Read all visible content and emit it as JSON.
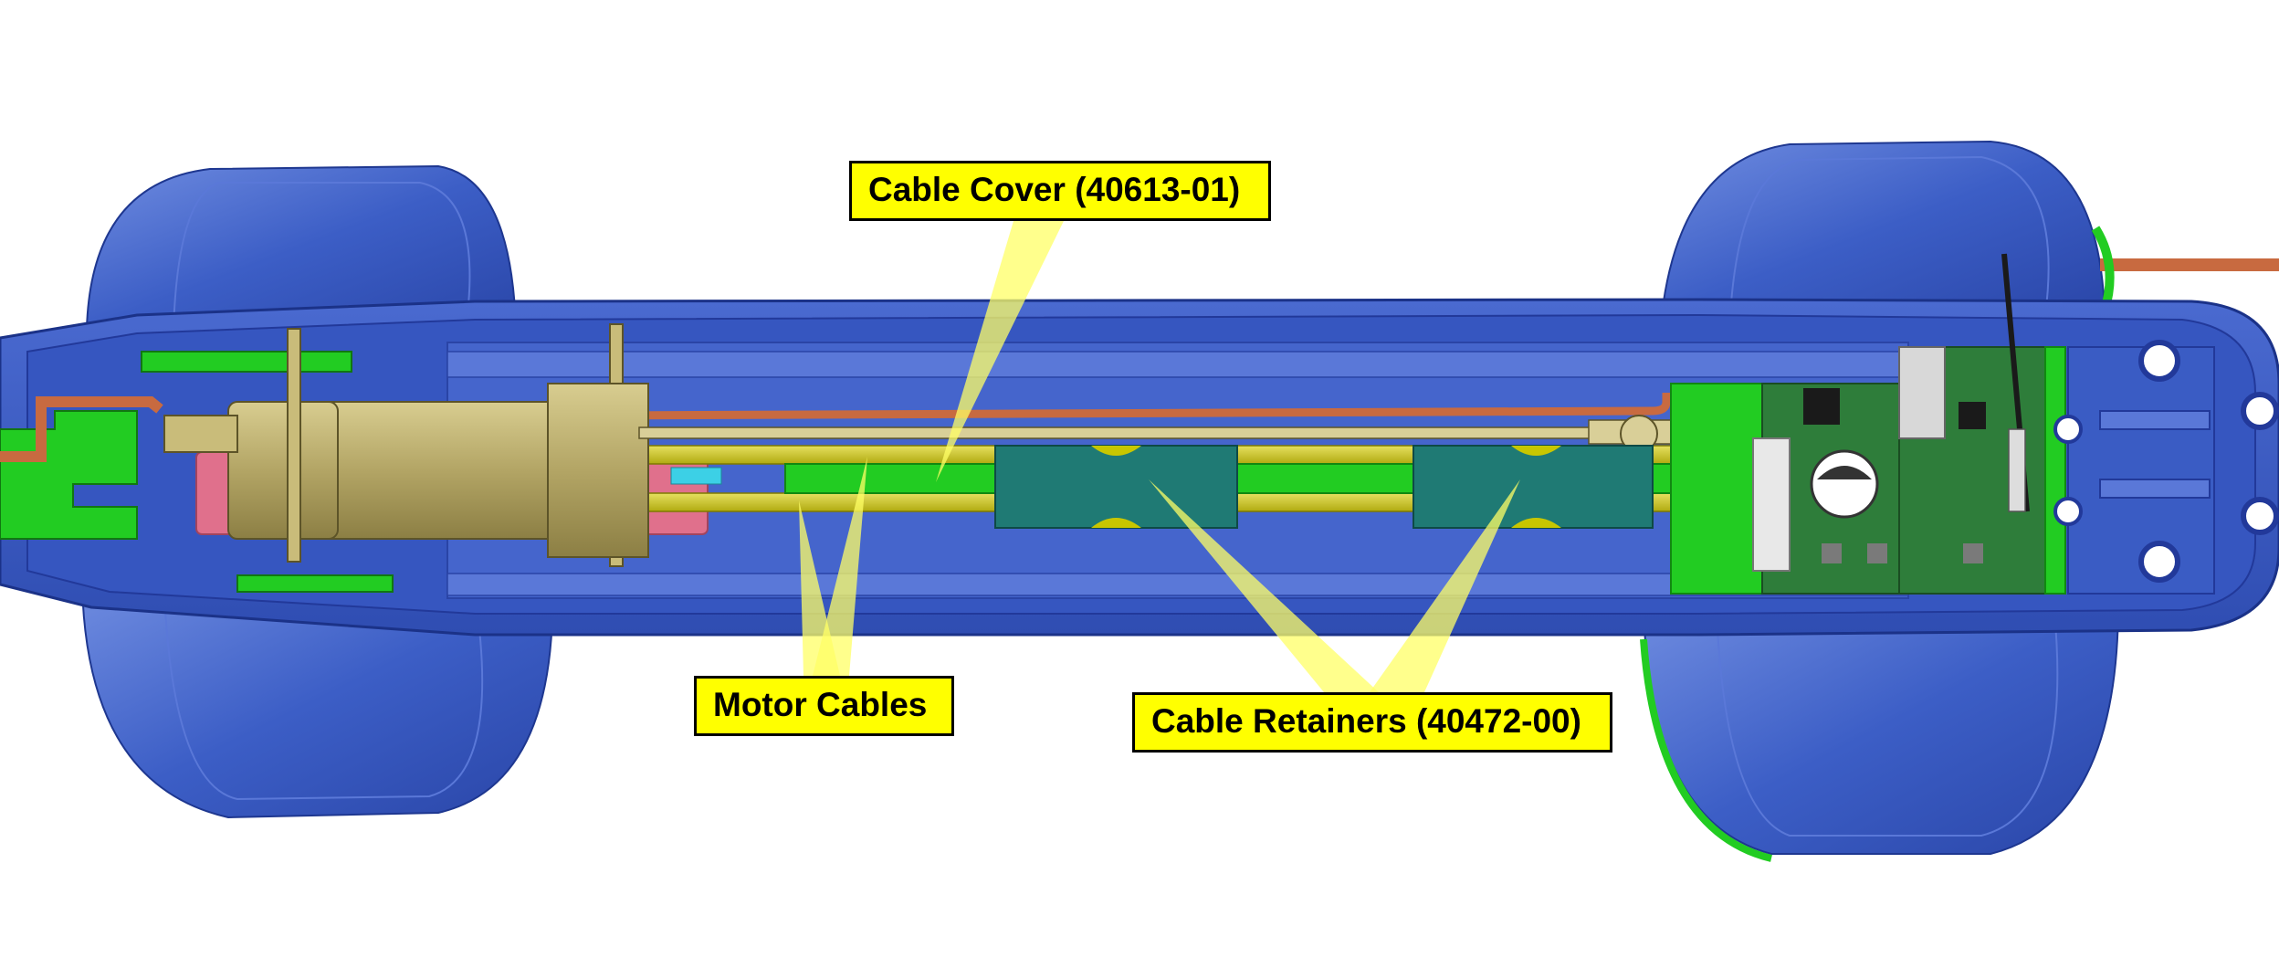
{
  "callouts": {
    "cable_cover": "Cable Cover (40613-01)",
    "motor_cables": "Motor Cables",
    "cable_retainers": "Cable Retainers (40472-00)"
  },
  "colors": {
    "housing": "#3a5cc4",
    "housing_dark": "#2440a0",
    "housing_light": "#7f98e6",
    "cable_cover": "#c8c600",
    "retainer": "#1f7a74",
    "motor": "#b5a866",
    "pcb": "#2e7d3a",
    "green_parts": "#22cc22",
    "pink_part": "#e0708c",
    "copper_wire": "#c86a40",
    "callout_fill": "#ffff00",
    "pointer_fill": "#ffff66"
  }
}
